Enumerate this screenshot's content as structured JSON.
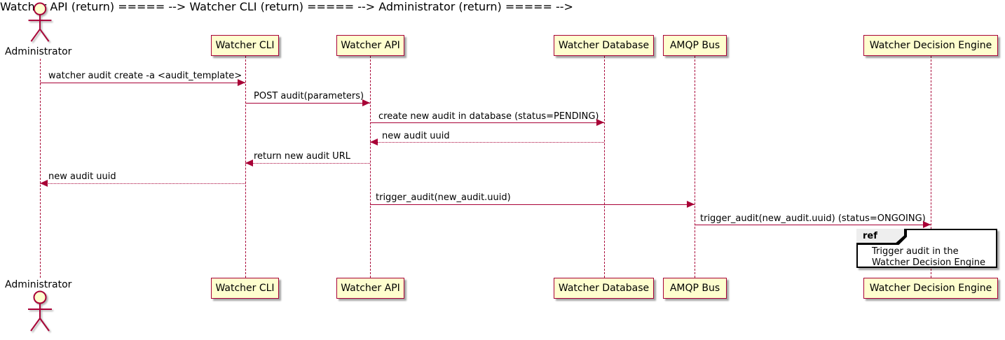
{
  "diagram": {
    "type": "uml-sequence-diagram",
    "actor": {
      "name": "Administrator"
    },
    "participants": [
      {
        "label": "Watcher CLI"
      },
      {
        "label": "Watcher API"
      },
      {
        "label": "Watcher Database"
      },
      {
        "label": "AMQP Bus"
      },
      {
        "label": "Watcher Decision Engine"
      }
    ],
    "messages": [
      {
        "from": "Administrator",
        "to": "Watcher CLI",
        "style": "solid",
        "label": "watcher audit create -a <audit_template>"
      },
      {
        "from": "Watcher CLI",
        "to": "Watcher API",
        "style": "solid",
        "label": "POST audit(parameters)"
      },
      {
        "from": "Watcher API",
        "to": "Watcher Database",
        "style": "solid",
        "label": "create new audit in database (status=PENDING)"
      },
      {
        "from": "Watcher Database",
        "to": "Watcher API",
        "style": "dotted",
        "label": "new audit uuid"
      },
      {
        "from": "Watcher API",
        "to": "Watcher CLI",
        "style": "dotted",
        "label": "return new audit URL"
      },
      {
        "from": "Watcher CLI",
        "to": "Administrator",
        "style": "dotted",
        "label": "new audit uuid"
      },
      {
        "from": "Watcher API",
        "to": "AMQP Bus",
        "style": "solid",
        "label": "trigger_audit(new_audit.uuid)"
      },
      {
        "from": "AMQP Bus",
        "to": "Watcher Decision Engine",
        "style": "solid",
        "label": "trigger_audit(new_audit.uuid) (status=ONGOING)"
      }
    ],
    "ref": {
      "tag": "ref",
      "lines": {
        "0": "Trigger audit in the",
        "1": "Watcher Decision Engine"
      }
    },
    "colors": {
      "participant_fill": "#FEFECE",
      "participant_border": "#A80036",
      "line": "#A80036",
      "text": "#000000",
      "ref_fill": "#FFFFFF",
      "ref_border": "#000000",
      "ref_tag_fill": "#EEEEEE"
    }
  }
}
